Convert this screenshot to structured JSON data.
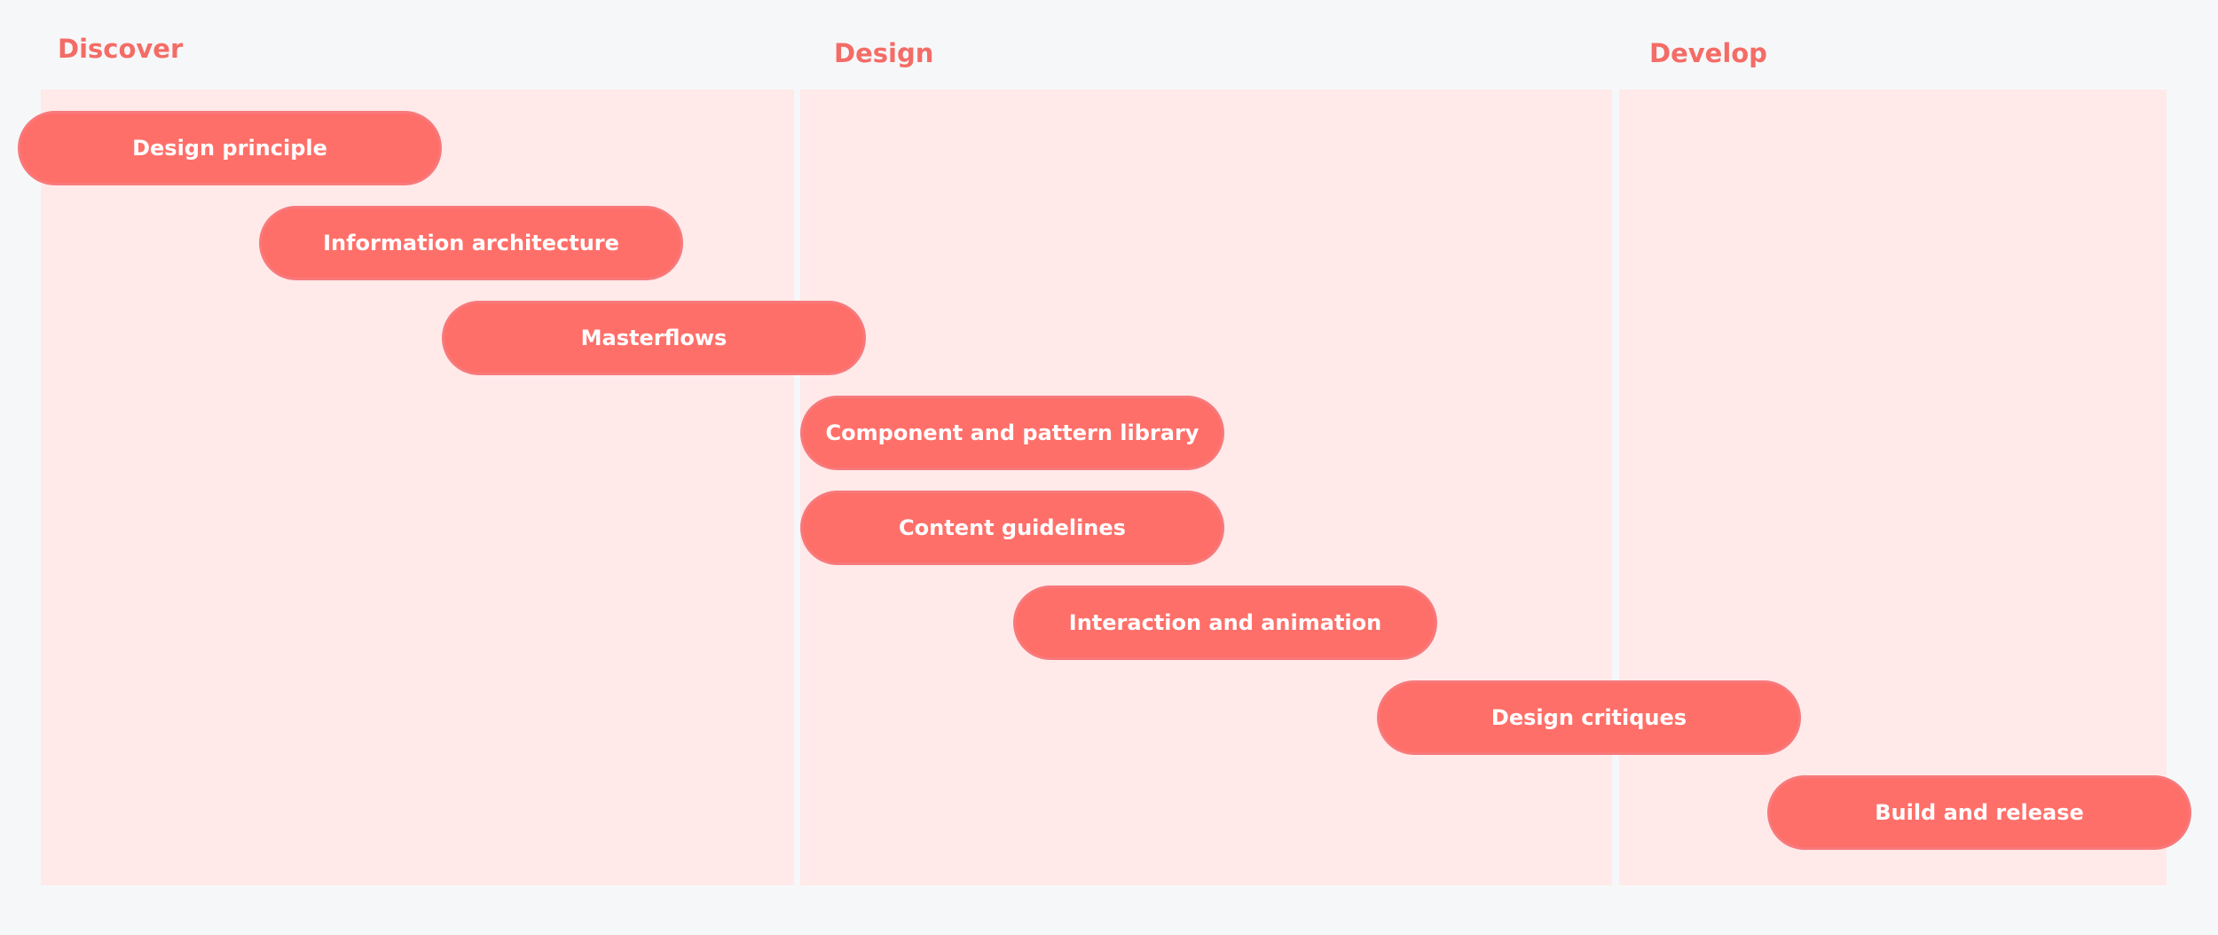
{
  "phases": [
    {
      "label": "Discover"
    },
    {
      "label": "Design"
    },
    {
      "label": "Develop"
    }
  ],
  "tasks": [
    {
      "label": "Design principle"
    },
    {
      "label": "Information architecture"
    },
    {
      "label": "Masterflows"
    },
    {
      "label": "Component and pattern library"
    },
    {
      "label": "Content guidelines"
    },
    {
      "label": "Interaction and animation"
    },
    {
      "label": "Design critiques"
    },
    {
      "label": "Build and release"
    }
  ],
  "colors": {
    "accent": "#ff6f69",
    "phase_text": "#f46c66",
    "lane_background": "#ffe9e9",
    "page_background": "#f6f7f9"
  }
}
